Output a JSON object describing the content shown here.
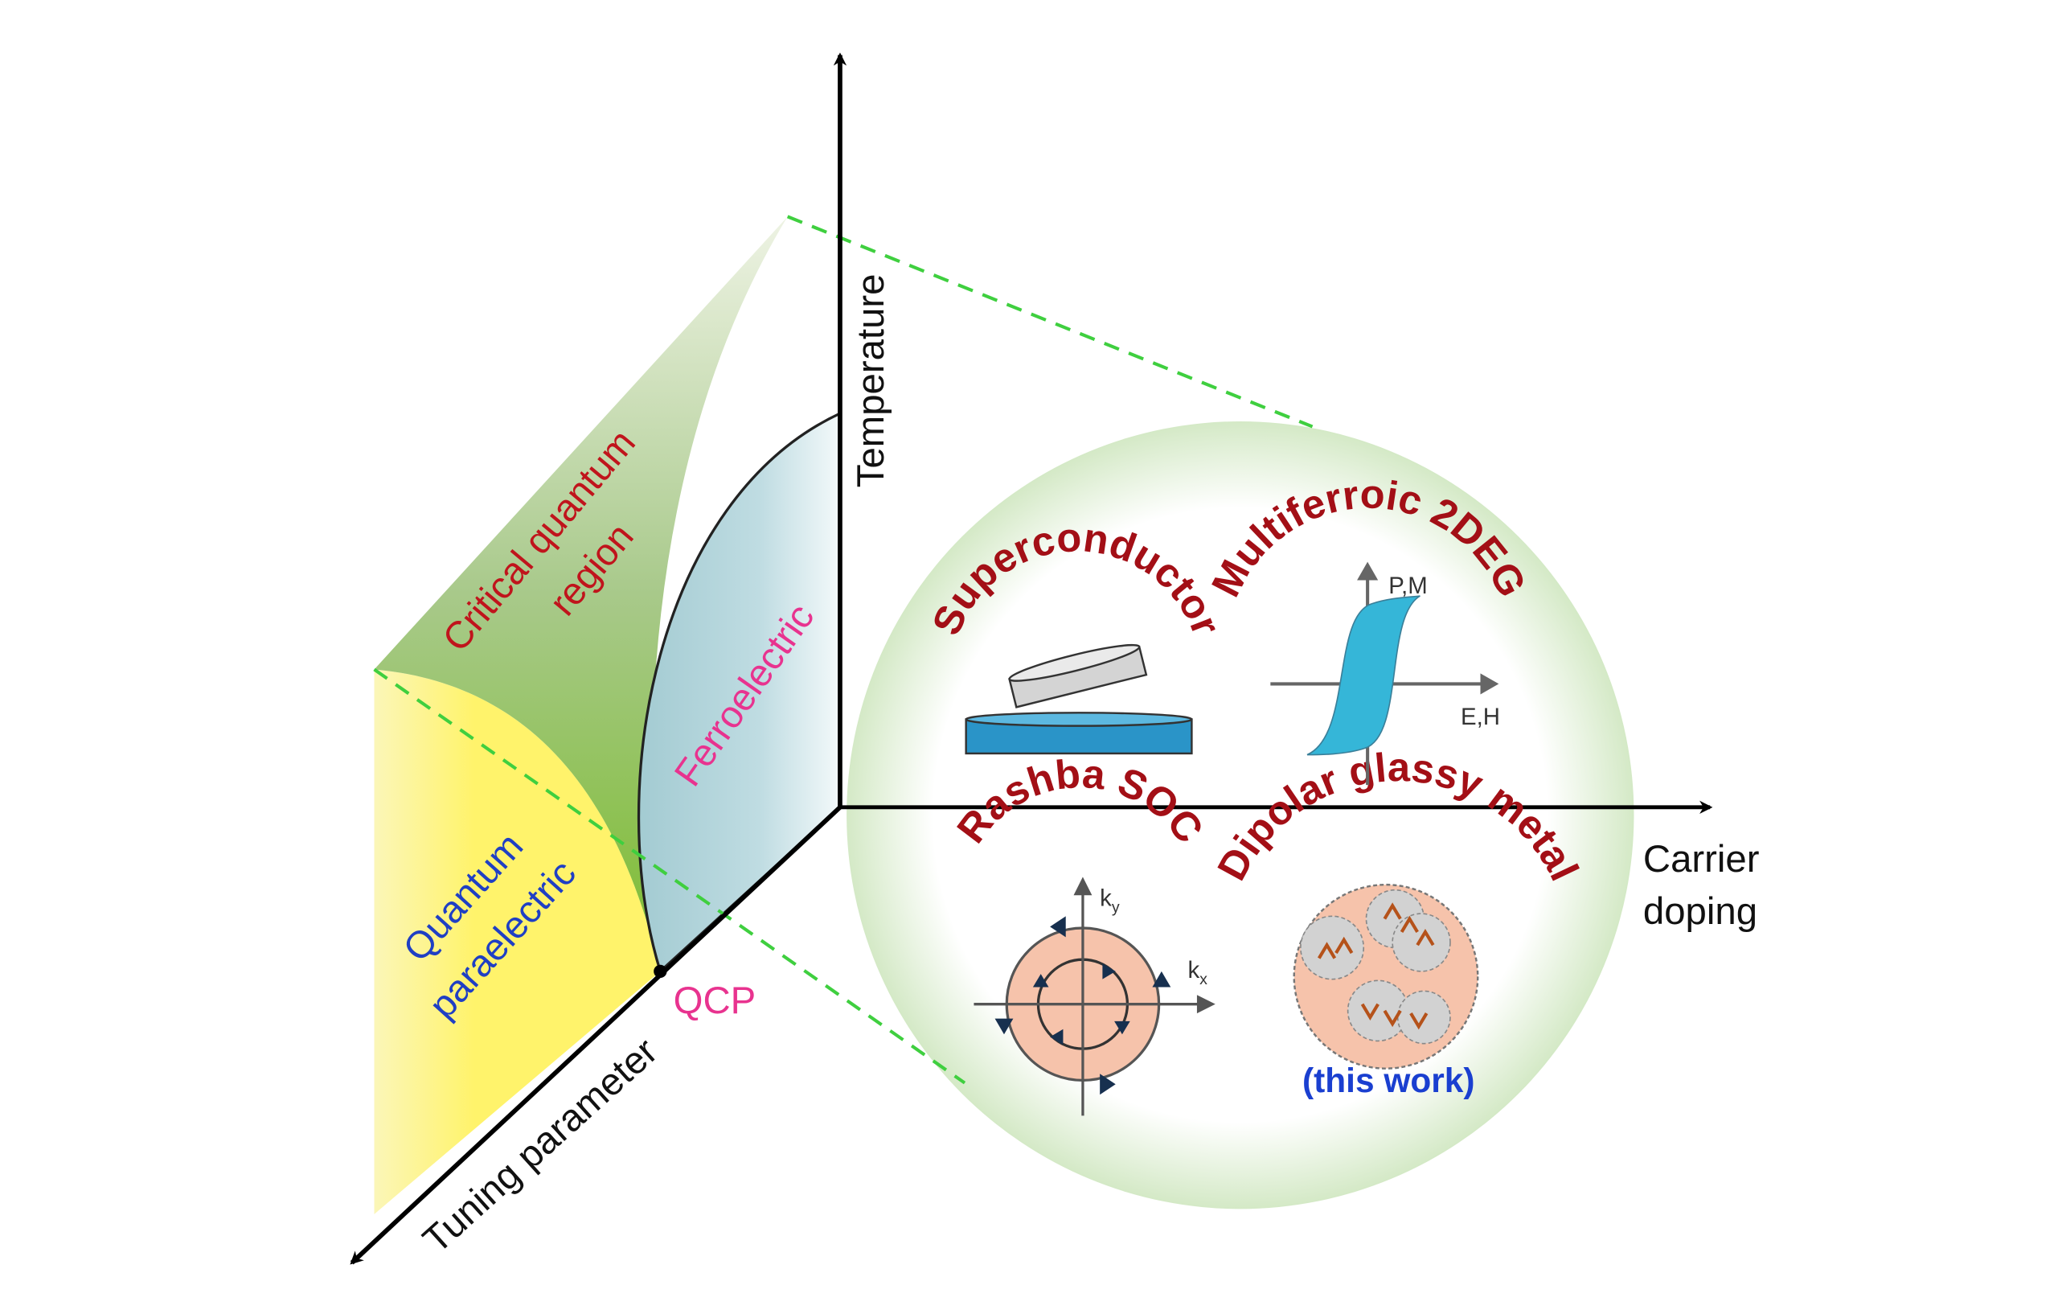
{
  "axes": {
    "temperature": "Temperature",
    "carrier_doping": [
      "Carrier",
      "doping"
    ],
    "tuning_parameter": "Tuning parameter"
  },
  "regions": {
    "critical": [
      "Critical quantum",
      "region"
    ],
    "ferroelectric": "Ferroelectric",
    "paraelectric": [
      "Quantum",
      "paraelectric"
    ],
    "qcp": "QCP"
  },
  "phases": {
    "superconductor": "Superconductor",
    "multiferroic": "Multiferroic 2DEG",
    "multiferroic_axes": {
      "y": "P,M",
      "x": "E,H"
    },
    "rashba": "Rashba SOC",
    "rashba_axes": {
      "y": "k",
      "y_sub": "y",
      "x": "k",
      "x_sub": "x"
    },
    "dipolar": "Dipolar glassy metal",
    "this_work": "(this work)"
  },
  "colors": {
    "phase_label": "#a30f16",
    "ferroelectric": "#e8338f",
    "paraelectric": "#1f3fc4",
    "this_work": "#1a3fd0",
    "dashed": "#3fcf3f",
    "yellow": "#fff36b",
    "green": "#7fbf3a",
    "ferro_fill": "#a6cdd4"
  }
}
